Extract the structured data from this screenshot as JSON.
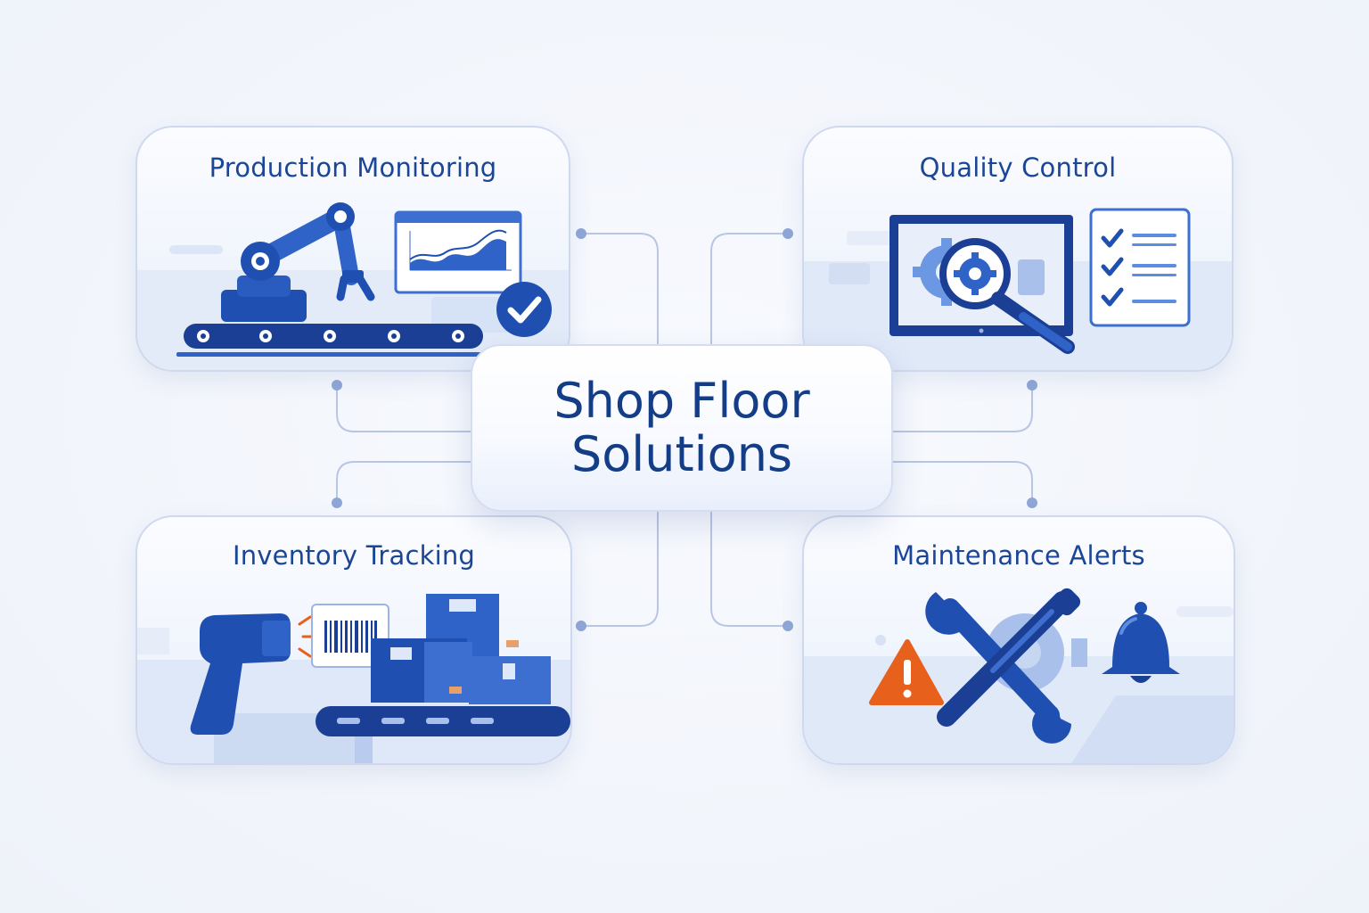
{
  "center": {
    "line1": "Shop Floor",
    "line2": "Solutions"
  },
  "cards": {
    "production": {
      "title": "Production Monitoring"
    },
    "quality": {
      "title": "Quality Control"
    },
    "inventory": {
      "title": "Inventory Tracking"
    },
    "maintenance": {
      "title": "Maintenance Alerts"
    }
  },
  "colors": {
    "primary": "#1f4fb0",
    "dark": "#143d88",
    "light": "#5b8ee0",
    "pale": "#dfe8f8",
    "warning": "#e8611c"
  },
  "icons": [
    "robot-arm-icon",
    "conveyor-icon",
    "line-chart-icon",
    "check-circle-icon",
    "monitor-icon",
    "magnifier-icon",
    "gear-icon",
    "checklist-icon",
    "barcode-scanner-icon",
    "barcode-icon",
    "boxes-icon",
    "warning-icon",
    "wrench-icon",
    "screwdriver-icon",
    "bell-icon"
  ]
}
